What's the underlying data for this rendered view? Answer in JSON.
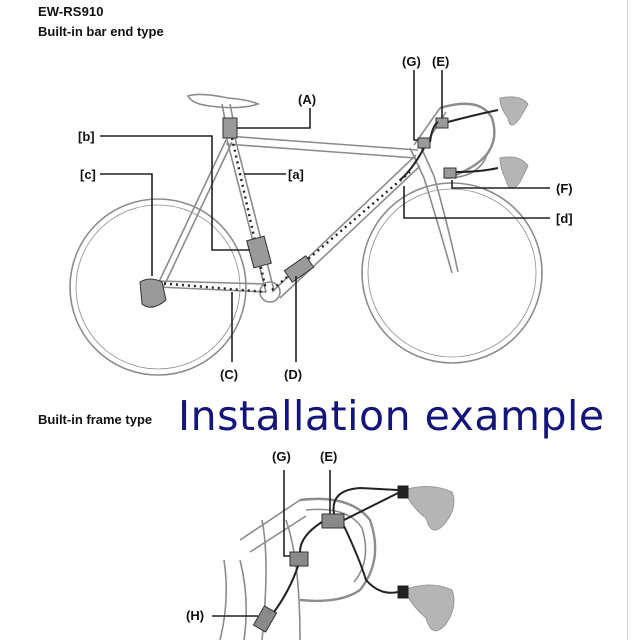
{
  "header": {
    "model": "EW-RS910",
    "section1_title": "Built-in bar end type",
    "section2_title": "Built-in frame type",
    "overlay_title": "Installation example"
  },
  "labels": {
    "A": "(A)",
    "b": "[b]",
    "c": "[c]",
    "a": "[a]",
    "G": "(G)",
    "E": "(E)",
    "F": "(F)",
    "d": "[d]",
    "C": "(C)",
    "D": "(D)",
    "G2": "(G)",
    "E2": "(E)",
    "H": "(H)"
  },
  "colors": {
    "line": "#222222",
    "frame_stroke": "#8c8c8c",
    "component_fill": "#9a9a9a",
    "shifter_fill": "#b5b5b5",
    "overlay_title": "#14157a"
  }
}
